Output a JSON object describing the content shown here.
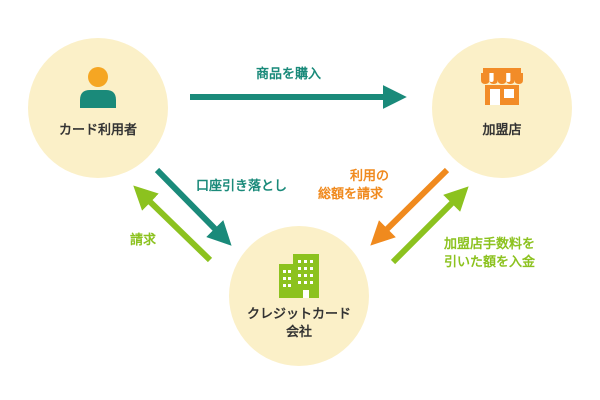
{
  "nodes": {
    "cardholder": {
      "label": "カード利用者",
      "icon": "person-icon"
    },
    "merchant": {
      "label": "加盟店",
      "icon": "shop-icon"
    },
    "card_company": {
      "label_line1": "クレジットカード",
      "label_line2": "会社",
      "icon": "building-icon"
    }
  },
  "flows": {
    "purchase": {
      "label": "商品を購入",
      "color": "#1a8a7a"
    },
    "debit": {
      "label": "口座引き落とし",
      "color": "#1a8a7a"
    },
    "billing_user": {
      "label": "請求",
      "color": "#8cc21f"
    },
    "billing_total": {
      "line1": "利用の",
      "line2": "総額を請求",
      "color": "#f08a1e"
    },
    "payment": {
      "line1": "加盟店手数料を",
      "line2": "引いた額を入金",
      "color": "#8cc21f"
    }
  },
  "colors": {
    "circle": "#fbf0c8",
    "person": "#f5a623",
    "person_body": "#1a8a7a",
    "building": "#8cc21f",
    "shop_awning": "#f28c28"
  }
}
